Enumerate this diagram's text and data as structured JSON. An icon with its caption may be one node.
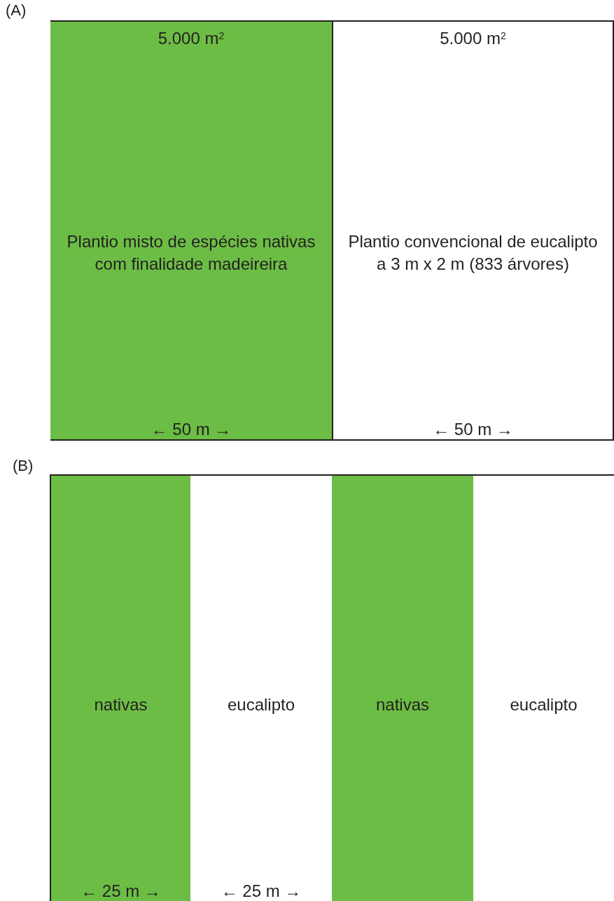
{
  "diagram": {
    "nodes": [
      {
        "text": [
          "5.000 m$^{2}$",
          "Plantio misto de espécies nativas com finalidade madeireira",
          "← 50 m →"
        ]
      },
      {
        "text": [
          "5.000 m$^{2}$",
          "Plantio convencional de eucalipto a 3 m x 2 m (833 árvores)",
          "← 50 m →"
        ]
      },
      {
        "text": [
          "nativas",
          "← 25 m →"
        ]
      },
      {
        "text": [
          "eucalipto",
          "← 25 m →"
        ]
      },
      {
        "text": [
          "nativas"
        ]
      },
      {
        "text": [
          "eucalipto"
        ]
      }
    ],
    "labels": [
      "(A)",
      "(B)"
    ]
  }
}
